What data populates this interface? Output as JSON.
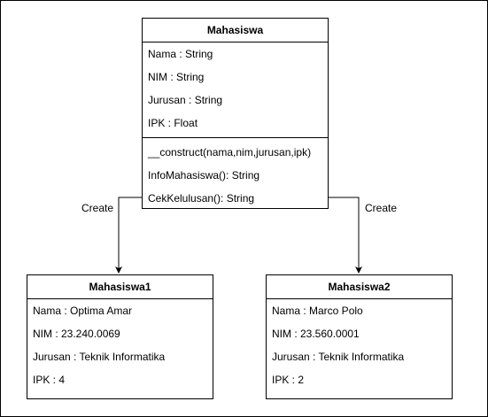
{
  "main_class": {
    "name": "Mahasiswa",
    "attributes": [
      "Nama : String",
      "NIM : String",
      "Jurusan : String",
      "IPK : Float"
    ],
    "methods": [
      "__construct(nama,nim,jurusan,ipk)",
      "InfoMahasiswa(): String",
      "CekKelulusan(): String"
    ]
  },
  "objects": [
    {
      "name": "Mahasiswa1",
      "fields": [
        "Nama : Optima Amar",
        "NIM : 23.240.0069",
        "Jurusan : Teknik Informatika",
        "IPK : 4"
      ]
    },
    {
      "name": "Mahasiswa2",
      "fields": [
        "Nama : Marco Polo",
        "NIM : 23.560.0001",
        "Jurusan : Teknik Informatika",
        "IPK : 2"
      ]
    }
  ],
  "edges": [
    {
      "label": "Create"
    },
    {
      "label": "Create"
    }
  ]
}
